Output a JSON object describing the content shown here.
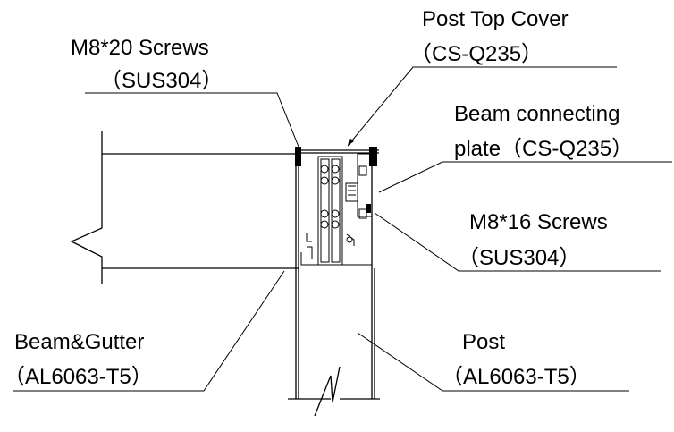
{
  "labels": {
    "top_cover_name": "Post Top Cover",
    "top_cover_material": "（CS-Q235）",
    "m8x20_name": "M8*20 Screws",
    "m8x20_material": "（SUS304）",
    "beam_plate_name": "Beam connecting",
    "beam_plate_name2": "plate（CS-Q235）",
    "m8x16_name": "M8*16 Screws",
    "m8x16_material": "（SUS304）",
    "beam_gutter_name": "Beam&Gutter",
    "beam_gutter_material": "（AL6063-T5）",
    "post_name": "Post",
    "post_material": "（AL6063-T5）"
  }
}
